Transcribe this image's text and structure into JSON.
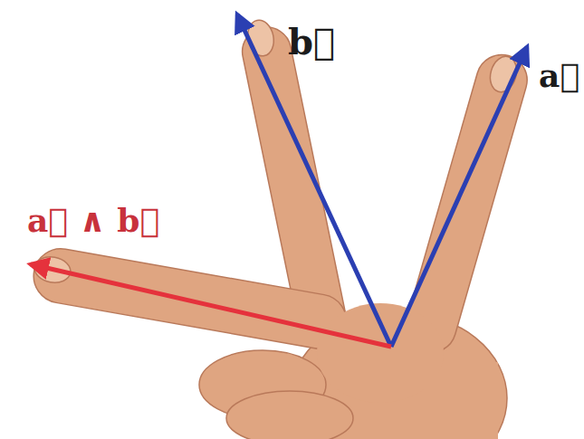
{
  "diagram": {
    "labels": [
      "b⃗",
      "a⃗",
      "a⃗ ∧ b⃗"
    ]
  }
}
